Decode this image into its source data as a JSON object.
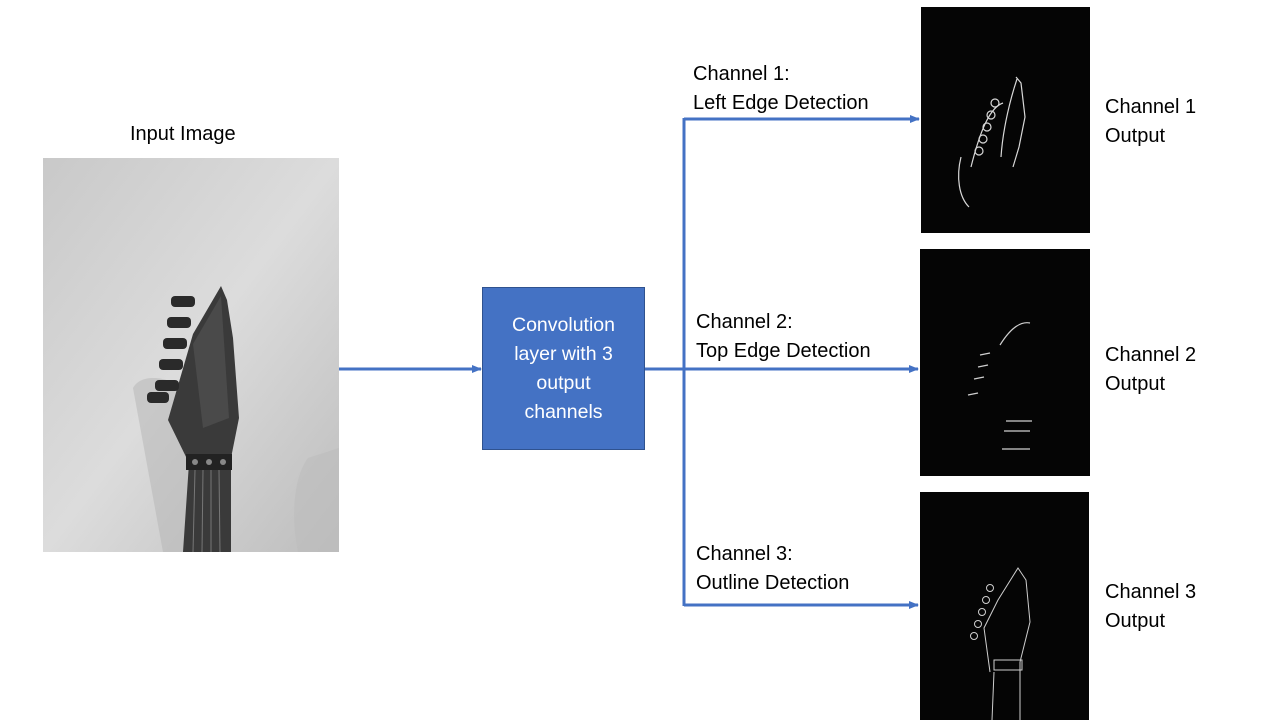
{
  "input": {
    "title": "Input Image"
  },
  "conv_layer": {
    "text": "Convolution\nlayer with 3\noutput\nchannels",
    "color": "#4472c4"
  },
  "connector_color": "#4472c4",
  "channels": [
    {
      "label_line1": "Channel 1:",
      "label_line2": "Left Edge Detection",
      "output_label": "Channel 1\nOutput"
    },
    {
      "label_line1": "Channel 2:",
      "label_line2": "Top Edge Detection",
      "output_label": "Channel 2\nOutput"
    },
    {
      "label_line1": "Channel 3:",
      "label_line2": "Outline Detection",
      "output_label": "Channel 3\nOutput"
    }
  ]
}
